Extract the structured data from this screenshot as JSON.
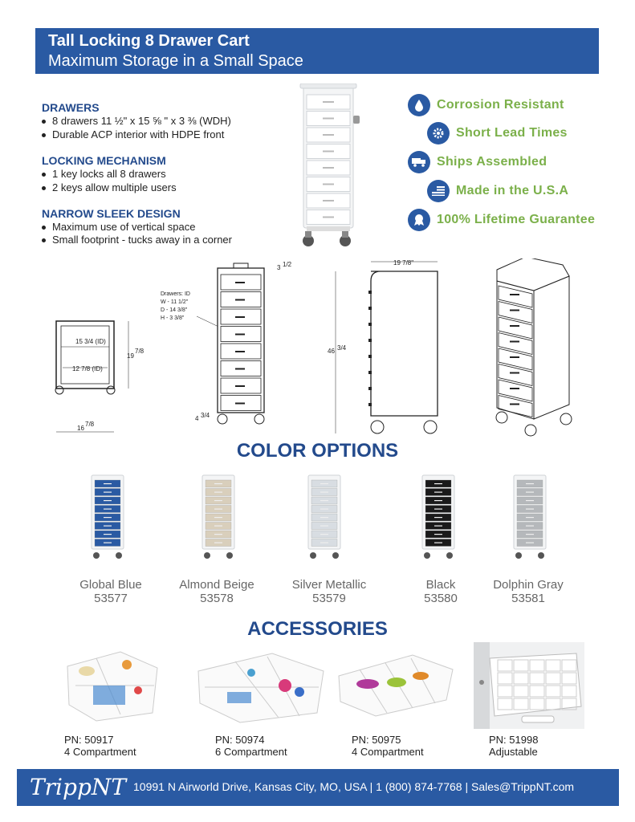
{
  "header": {
    "title": "Tall Locking 8 Drawer Cart",
    "subtitle": "Maximum Storage in a Small Space"
  },
  "features": [
    {
      "heading": "DRAWERS",
      "bullets": [
        "8 drawers 11 ½\" x 15 ⅝ \" x 3 ⅜ (WDH)",
        "Durable ACP interior with HDPE front"
      ]
    },
    {
      "heading": "LOCKING MECHANISM",
      "bullets": [
        "1 key locks all 8 drawers",
        "2 keys allow multiple users"
      ]
    },
    {
      "heading": "NARROW SLEEK DESIGN",
      "bullets": [
        "Maximum use of vertical space",
        "Small footprint - tucks away in a corner"
      ]
    }
  ],
  "badges": [
    {
      "label": "Corrosion Resistant",
      "icon": "drop-icon"
    },
    {
      "label": "Short Lead Times",
      "icon": "gear-icon"
    },
    {
      "label": "Ships Assembled",
      "icon": "truck-icon"
    },
    {
      "label": "Made in the U.S.A",
      "icon": "flag-icon"
    },
    {
      "label": "100% Lifetime Guarantee",
      "icon": "ribbon-icon"
    }
  ],
  "drawings": {
    "top_inner_w": "15 3/4 (ID)",
    "top_inner_d": "12 7/8 (ID)",
    "top_depth": "19",
    "top_depth_frac": "7/8",
    "top_width": "16",
    "top_width_frac": "7/8",
    "drawer_spec": [
      "Drawers: ID",
      "W - 11 1/2\"",
      "D - 14 3/8\"",
      "H - 3 3/8\""
    ],
    "front_top": "3",
    "front_top_frac": "1/2",
    "front_bottom": "4",
    "front_bottom_frac": "3/4",
    "side_width": "19 7/8\"",
    "side_height": "46",
    "side_height_frac": "3/4"
  },
  "color_options": {
    "title": "COLOR OPTIONS",
    "items": [
      {
        "name": "Global Blue",
        "pn": "53577",
        "color": "#2a5aa3"
      },
      {
        "name": "Almond Beige",
        "pn": "53578",
        "color": "#d9cfbc"
      },
      {
        "name": "Silver Metallic",
        "pn": "53579",
        "color": "#d8dde2"
      },
      {
        "name": "Black",
        "pn": "53580",
        "color": "#1a1a1a"
      },
      {
        "name": "Dolphin Gray",
        "pn": "53581",
        "color": "#b5b8bb"
      }
    ]
  },
  "accessories": {
    "title": "ACCESSORIES",
    "items": [
      {
        "pn": "PN: 50917",
        "desc": "4 Compartment"
      },
      {
        "pn": "PN: 50974",
        "desc": "6 Compartment"
      },
      {
        "pn": "PN: 50975",
        "desc": "4 Compartment"
      },
      {
        "pn": "PN: 51998",
        "desc": "Adjustable"
      }
    ]
  },
  "footer": {
    "logo": "TrippNT",
    "address": "10991 N Airworld Drive, Kansas City, MO, USA | 1 (800) 874-7768 | Sales@TrippNT.com"
  },
  "colors": {
    "brand_blue": "#2a5aa3",
    "heading_blue": "#234a8c",
    "badge_green": "#7bb04a"
  }
}
